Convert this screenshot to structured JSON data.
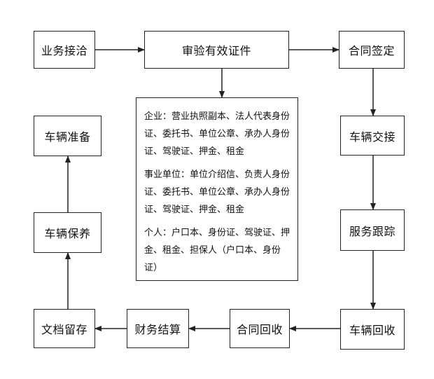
{
  "steps": {
    "business_contact": "业务接洽",
    "verify_documents": "审验有效证件",
    "sign_contract": "合同签定",
    "vehicle_handover": "车辆交接",
    "service_tracking": "服务跟踪",
    "vehicle_recovery": "车辆回收",
    "contract_recovery": "合同回收",
    "financial_settlement": "财务结算",
    "archive_storage": "文档留存",
    "vehicle_maintenance": "车辆保养",
    "vehicle_preparation": "车辆准备"
  },
  "documents": {
    "enterprise": "企业：营业执照副本、法人代表身份证、委托书、单位公章、承办人身份证、驾驶证、押金、租金",
    "institution": "事业单位：单位介绍信、负责人身份证、委托书、单位公章、承办人身份证、驾驶证、押金、租金",
    "individual": "个人：户口本、身份证、驾驶证、押金、租金、担保人（户口本、身份证）"
  }
}
